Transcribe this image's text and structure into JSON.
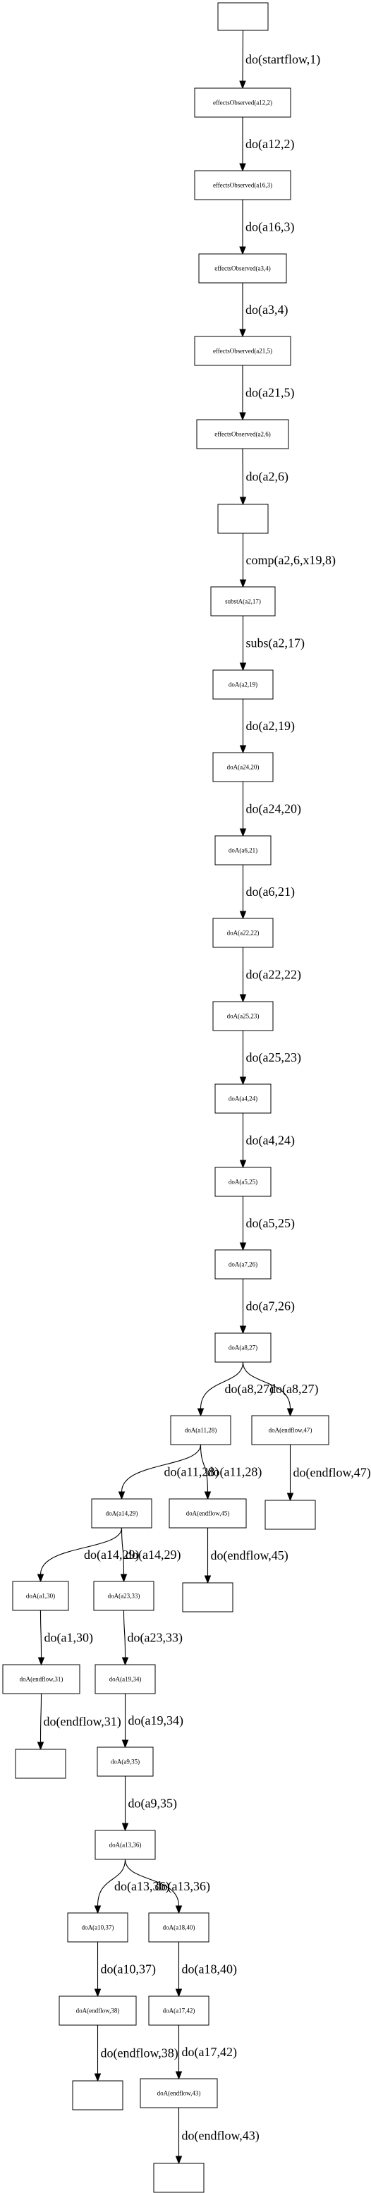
{
  "nodes": [
    {
      "id": "n0",
      "label": ""
    },
    {
      "id": "n1",
      "label": "effectsObserved(a12,2)"
    },
    {
      "id": "n2",
      "label": "effectsObserved(a16,3)"
    },
    {
      "id": "n3",
      "label": "effectsObserved(a3,4)"
    },
    {
      "id": "n4",
      "label": "effectsObserved(a21,5)"
    },
    {
      "id": "n5",
      "label": "effectsObserved(a2,6)"
    },
    {
      "id": "n6",
      "label": ""
    },
    {
      "id": "n7",
      "label": "substA(a2,17)"
    },
    {
      "id": "n8",
      "label": "doA(a2,19)"
    },
    {
      "id": "n9",
      "label": "doA(a24,20)"
    },
    {
      "id": "n10",
      "label": "doA(a6,21)"
    },
    {
      "id": "n11",
      "label": "doA(a22,22)"
    },
    {
      "id": "n12",
      "label": "doA(a25,23)"
    },
    {
      "id": "n13",
      "label": "doA(a4,24)"
    },
    {
      "id": "n14",
      "label": "doA(a5,25)"
    },
    {
      "id": "n15",
      "label": "doA(a7,26)"
    },
    {
      "id": "n16",
      "label": "doA(a8,27)"
    },
    {
      "id": "n17",
      "label": "doA(a11,28)"
    },
    {
      "id": "n18",
      "label": "doA(endflow,47)"
    },
    {
      "id": "n19",
      "label": ""
    },
    {
      "id": "n20",
      "label": "doA(a14,29)"
    },
    {
      "id": "n21",
      "label": "doA(endflow,45)"
    },
    {
      "id": "n22",
      "label": ""
    },
    {
      "id": "n23",
      "label": "doA(a1,30)"
    },
    {
      "id": "n24",
      "label": "doA(a23,33)"
    },
    {
      "id": "n25",
      "label": "doA(endflow,31)"
    },
    {
      "id": "n26",
      "label": ""
    },
    {
      "id": "n27",
      "label": "doA(a19,34)"
    },
    {
      "id": "n28",
      "label": "doA(a9,35)"
    },
    {
      "id": "n29",
      "label": "doA(a13,36)"
    },
    {
      "id": "n30",
      "label": "doA(a10,37)"
    },
    {
      "id": "n31",
      "label": "doA(a18,40)"
    },
    {
      "id": "n32",
      "label": "doA(endflow,38)"
    },
    {
      "id": "n33",
      "label": "doA(a17,42)"
    },
    {
      "id": "n34",
      "label": ""
    },
    {
      "id": "n35",
      "label": "doA(endflow,43)"
    },
    {
      "id": "n36",
      "label": ""
    }
  ],
  "edges": [
    {
      "from": "n0",
      "to": "n1",
      "label": "do(startflow,1)"
    },
    {
      "from": "n1",
      "to": "n2",
      "label": "do(a12,2)"
    },
    {
      "from": "n2",
      "to": "n3",
      "label": "do(a16,3)"
    },
    {
      "from": "n3",
      "to": "n4",
      "label": "do(a3,4)"
    },
    {
      "from": "n4",
      "to": "n5",
      "label": "do(a21,5)"
    },
    {
      "from": "n5",
      "to": "n6",
      "label": "do(a2,6)"
    },
    {
      "from": "n6",
      "to": "n7",
      "label": "comp(a2,6,x19,8)"
    },
    {
      "from": "n7",
      "to": "n8",
      "label": "subs(a2,17)"
    },
    {
      "from": "n8",
      "to": "n9",
      "label": "do(a2,19)"
    },
    {
      "from": "n9",
      "to": "n10",
      "label": "do(a24,20)"
    },
    {
      "from": "n10",
      "to": "n11",
      "label": "do(a6,21)"
    },
    {
      "from": "n11",
      "to": "n12",
      "label": "do(a22,22)"
    },
    {
      "from": "n12",
      "to": "n13",
      "label": "do(a25,23)"
    },
    {
      "from": "n13",
      "to": "n14",
      "label": "do(a4,24)"
    },
    {
      "from": "n14",
      "to": "n15",
      "label": "do(a5,25)"
    },
    {
      "from": "n15",
      "to": "n16",
      "label": "do(a7,26)"
    },
    {
      "from": "n16",
      "to": "n17",
      "label": "do(a8,27)"
    },
    {
      "from": "n16",
      "to": "n18",
      "label": "do(a8,27)"
    },
    {
      "from": "n18",
      "to": "n19",
      "label": "do(endflow,47)"
    },
    {
      "from": "n17",
      "to": "n20",
      "label": "do(a11,28)"
    },
    {
      "from": "n17",
      "to": "n21",
      "label": "do(a11,28)"
    },
    {
      "from": "n21",
      "to": "n22",
      "label": "do(endflow,45)"
    },
    {
      "from": "n20",
      "to": "n23",
      "label": "do(a14,29)"
    },
    {
      "from": "n20",
      "to": "n24",
      "label": "do(a14,29)"
    },
    {
      "from": "n23",
      "to": "n25",
      "label": "do(a1,30)"
    },
    {
      "from": "n25",
      "to": "n26",
      "label": "do(endflow,31)"
    },
    {
      "from": "n24",
      "to": "n27",
      "label": "do(a23,33)"
    },
    {
      "from": "n27",
      "to": "n28",
      "label": "do(a19,34)"
    },
    {
      "from": "n28",
      "to": "n29",
      "label": "do(a9,35)"
    },
    {
      "from": "n29",
      "to": "n30",
      "label": "do(a13,36)"
    },
    {
      "from": "n29",
      "to": "n31",
      "label": "do(a13,36)"
    },
    {
      "from": "n30",
      "to": "n32",
      "label": "do(a10,37)"
    },
    {
      "from": "n32",
      "to": "n34",
      "label": "do(endflow,38)"
    },
    {
      "from": "n31",
      "to": "n33",
      "label": "do(a18,40)"
    },
    {
      "from": "n33",
      "to": "n35",
      "label": "do(a17,42)"
    },
    {
      "from": "n35",
      "to": "n36",
      "label": "do(endflow,43)"
    }
  ]
}
